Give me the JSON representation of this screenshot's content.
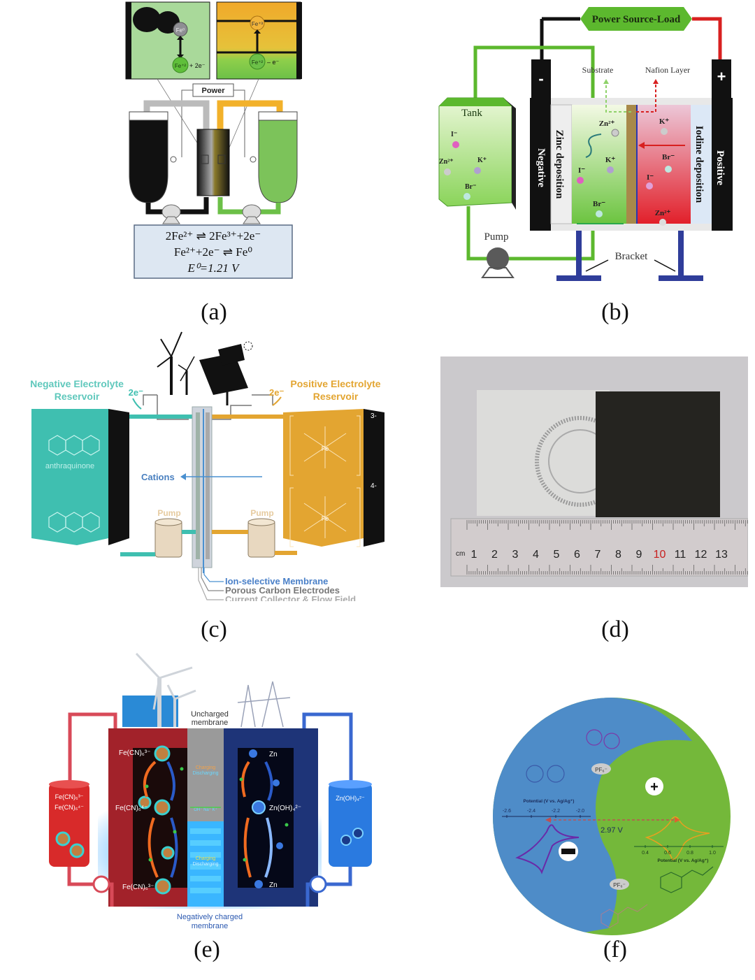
{
  "panels": {
    "a": {
      "caption": "(a)",
      "inset_left": {
        "ion_top": "Fe⁰",
        "ion_bottom": "Fe⁺²",
        "reaction_suffix": "+ 2e⁻"
      },
      "inset_right": {
        "ion_top": "Fe⁺³",
        "ion_bottom": "Fe⁺²",
        "reaction_suffix": "– e⁻"
      },
      "power_label": "Power",
      "equations": [
        "2Fe²⁺ ⇌  2Fe³⁺+2e⁻",
        "Fe²⁺+2e⁻  ⇌ Fe⁰",
        "E⁰=1.21 V"
      ],
      "colors": {
        "green": "#7cc35a",
        "orange": "#f4b128",
        "tank_black": "#111111",
        "eq_box": "#dce6f2"
      }
    },
    "b": {
      "caption": "(b)",
      "power_label": "Power Source-Load",
      "terminal_negative": "-",
      "terminal_positive": "+",
      "substrate_label": "Substrate",
      "nafion_label": "Nafion Layer",
      "tank_label": "Tank",
      "tank_ions": [
        "I⁻",
        "Zn²⁺",
        "K⁺",
        "Br⁻"
      ],
      "negative_label": "Negative",
      "zinc_label": "Zinc  deposition",
      "iodine_label": "Iodine  deposition",
      "positive_label": "Positive",
      "left_chamber_ions": [
        "Zn²⁺",
        "I⁻",
        "K⁺",
        "Br⁻"
      ],
      "right_chamber_ions": [
        "K⁺",
        "Br⁻",
        "I⁻",
        "Zn²⁺"
      ],
      "pump_label": "Pump",
      "bracket_label": "Bracket",
      "colors": {
        "green": "#5cb82e",
        "red": "#e0202a",
        "bracket": "#2f3d9a"
      }
    },
    "c": {
      "caption": "(c)",
      "neg_reservoir_label": [
        "Negative Electrolyte",
        "Reservoir"
      ],
      "pos_reservoir_label": [
        "Positive Electrolyte",
        "Reservoir"
      ],
      "electron_left": "2e⁻",
      "electron_right": "2e⁻",
      "cations_label": "Cations",
      "pump_left": "Pump",
      "pump_right": "Pump",
      "charge_top": "3-",
      "charge_bottom": "4-",
      "legend": [
        "Ion-selective Membrane",
        "Porous Carbon Electrodes",
        "Current Collector & Flow Field"
      ],
      "colors": {
        "teal": "#3fbfb0",
        "gold": "#e3a531",
        "membrane_blue": "#4a90d0"
      }
    },
    "d": {
      "caption": "(d)",
      "ruler_unit": "cm",
      "ruler_numbers": [
        "1",
        "2",
        "3",
        "4",
        "5",
        "6",
        "7",
        "8",
        "9",
        "10",
        "11",
        "12",
        "13"
      ],
      "ruler_highlight": "10"
    },
    "e": {
      "caption": "(e)",
      "uncharged_membrane": [
        "Uncharged",
        "membrane"
      ],
      "neg_charged_membrane": [
        "Negatively charged",
        "membrane"
      ],
      "left_species": [
        "Fe(CN)₆³⁻",
        "Fe(CN)₆⁴⁻",
        "Fe(CN)₆³⁻"
      ],
      "right_species": [
        "Zn",
        "Zn(OH)₄²⁻",
        "Zn"
      ],
      "charging": "Charging",
      "discharging": "Discharging",
      "ions": "OH⁻ Na⁺ K⁺",
      "left_tank": [
        "Fe(CN)₆³⁻",
        "Fe(CN)₆⁴⁻"
      ],
      "right_tank": "Zn(OH)₄²⁻",
      "colors": {
        "red": "#c0282a",
        "blue": "#2a5fc0",
        "glow": "#4ab8ff"
      }
    },
    "f": {
      "caption": "(f)",
      "pf6_label": "PF₆⁻",
      "axis_top_title": "Potential (V vs. Ag/Ag⁺)",
      "axis_top_ticks": [
        "-2.6",
        "-2.4",
        "-2.2",
        "-2.0"
      ],
      "axis_bottom_title": "Potential (V vs. Ag/Ag⁺)",
      "axis_bottom_ticks": [
        "0.4",
        "0.6",
        "0.8",
        "1.0"
      ],
      "voltage_label": "2.97 V",
      "plus_symbol": "+",
      "minus_symbol": "−",
      "colors": {
        "blue": "#4e8cc8",
        "green": "#74b83a",
        "purple": "#5a2a9a",
        "orange": "#e8a020"
      }
    }
  }
}
